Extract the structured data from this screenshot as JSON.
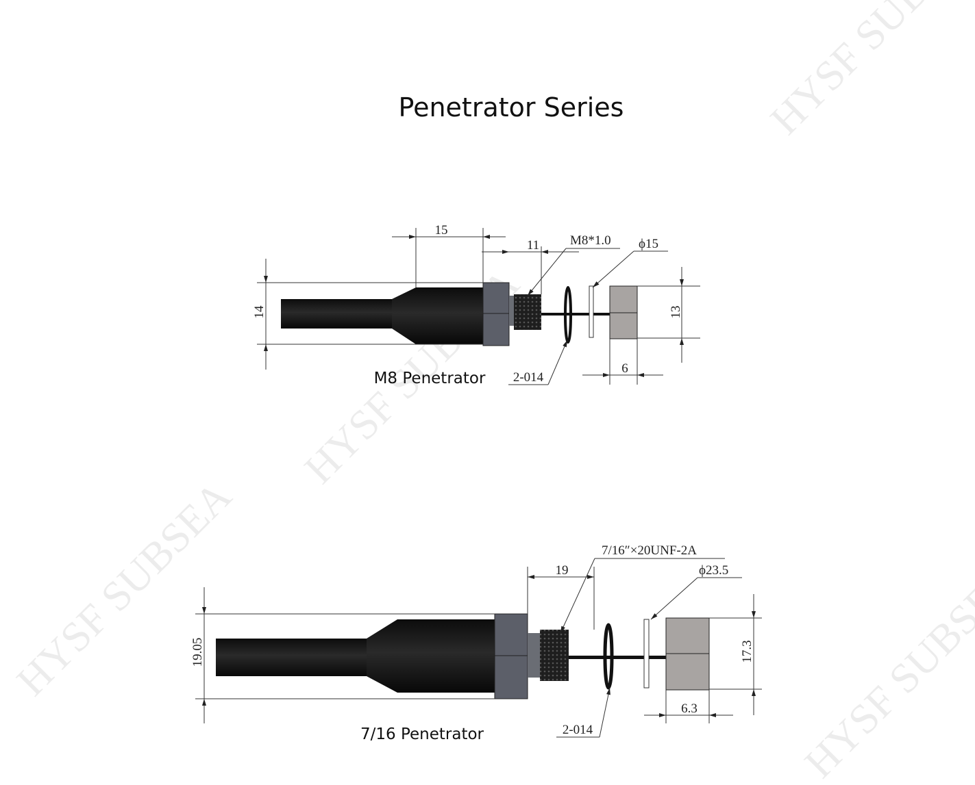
{
  "title": "Penetrator Series",
  "watermark": "HYSF SUBSEA",
  "drawings": [
    {
      "caption": "M8 Penetrator",
      "dims": {
        "body_length": "15",
        "thread_length": "11",
        "thread_spec": "M8*1.0",
        "washer_dia": "ϕ15",
        "hex_height": "14",
        "nut_height": "13",
        "nut_width": "6",
        "oring": "2-014"
      }
    },
    {
      "caption": "7/16 Penetrator",
      "dims": {
        "thread_length": "19",
        "thread_spec": "7/16″×20UNF-2A",
        "washer_dia": "ϕ23.5",
        "hex_height": "19.05",
        "nut_height": "17.3",
        "nut_width": "6.3",
        "oring": "2-014"
      }
    }
  ],
  "colors": {
    "body": "#151515",
    "hex": "#5c5f69",
    "nut": "#a8a4a2",
    "thread": "#2a2a2a"
  }
}
